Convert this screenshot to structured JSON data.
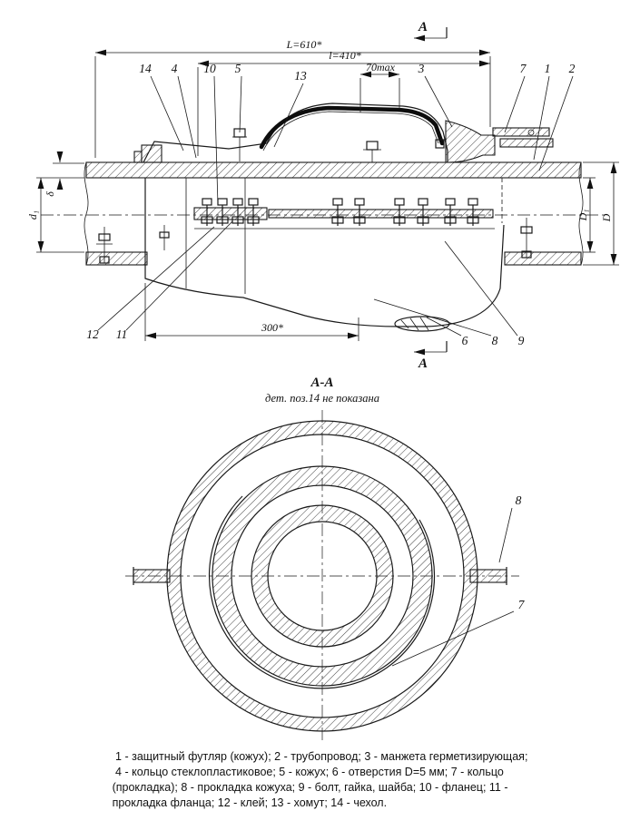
{
  "drawing": {
    "section_mark": "А",
    "dims": {
      "L": "L=610*",
      "l": "l=410*",
      "seventy": "70max",
      "three_hundred": "300*",
      "delta": "δ",
      "d1": "d₁",
      "D1": "D₁",
      "D": "D"
    },
    "callouts": {
      "c1": "1",
      "c2": "2",
      "c3": "3",
      "c4": "4",
      "c5": "5",
      "c6": "6",
      "c7": "7",
      "c8": "8",
      "c9": "9",
      "c10": "10",
      "c11": "11",
      "c12": "12",
      "c13": "13",
      "c14": "14"
    }
  },
  "section": {
    "title": "А-А",
    "note": "дет. поз.14 не показана",
    "c8": "8",
    "c7": "7"
  },
  "legend": {
    "line1": " 1 - защитный футляр (кожух); 2 - трубопровод; 3 - манжета герметизирующая;",
    "line2": " 4 - кольцо стеклопластиковое; 5 - кожух; 6 - отверстия D=5 мм; 7 - кольцо",
    "line3": "(прокладка); 8 - прокладка кожуха; 9 - болт, гайка, шайба; 10 - фланец; 11 -",
    "line4": "прокладка фланца; 12 - клей; 13 - хомут; 14 - чехол."
  }
}
